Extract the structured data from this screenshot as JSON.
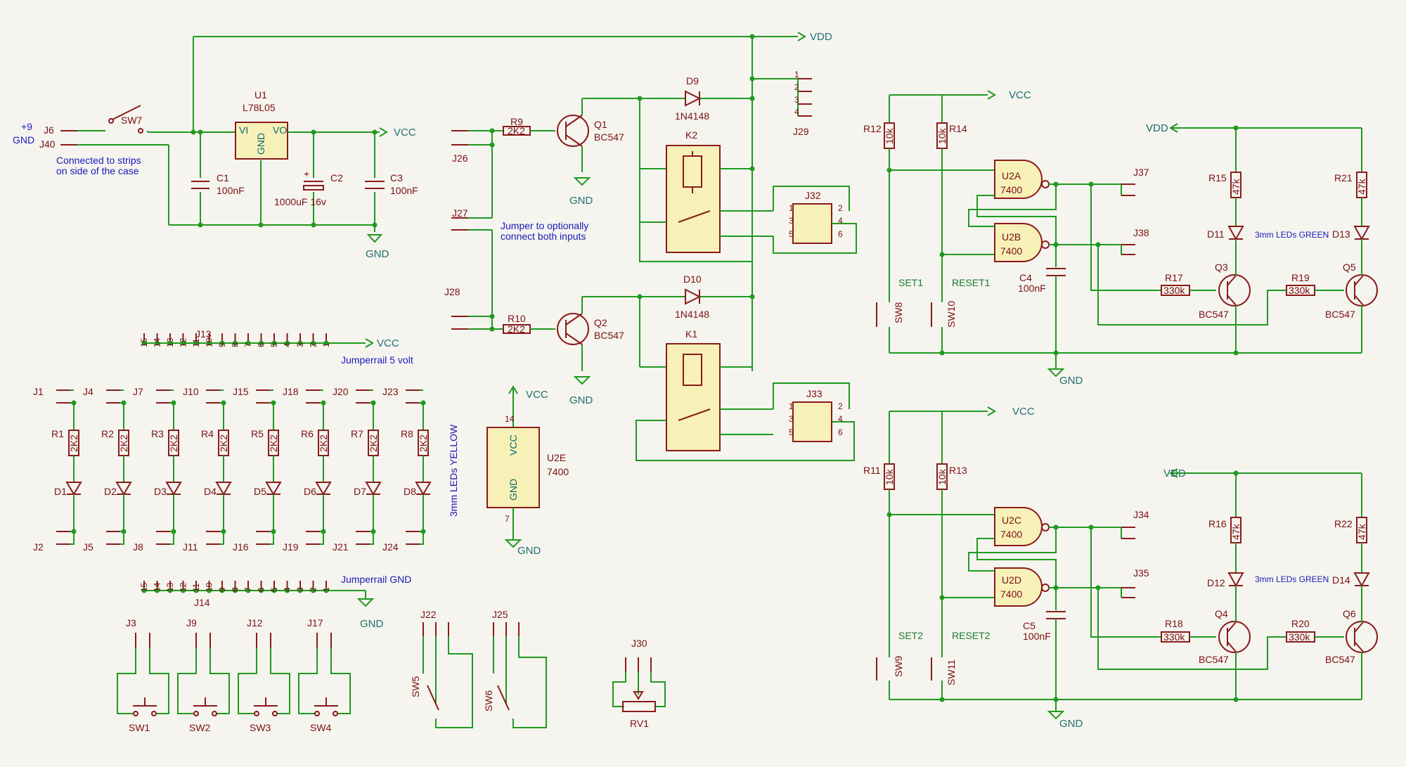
{
  "nets": {
    "vdd": "VDD",
    "vcc": "VCC",
    "gnd": "GND"
  },
  "power_in": {
    "plus9": "+9",
    "gnd": "GND",
    "j6": "J6",
    "j40": "J40",
    "sw7": "SW7",
    "note1": "Connected to strips",
    "note2": "on side of the case"
  },
  "regulator": {
    "ref": "U1",
    "value": "L78L05",
    "vi": "VI",
    "vo": "VO",
    "gndpin": "GND"
  },
  "caps": {
    "c1": "C1",
    "c1v": "100nF",
    "c2": "C2",
    "c2v": "1000uF 16v",
    "c3": "C3",
    "c3v": "100nF",
    "c4": "C4",
    "c4v": "100nF",
    "c5": "C5",
    "c5v": "100nF"
  },
  "relay_section": {
    "j26": "J26",
    "j27": "J27",
    "j28": "J28",
    "r9": "R9",
    "r10": "R10",
    "r2k2": "2K2",
    "q1": "Q1",
    "q2": "Q2",
    "bc547": "BC547",
    "d9": "D9",
    "d10": "D10",
    "n4148": "1N4148",
    "k1": "K1",
    "k2": "K2",
    "j29": "J29",
    "j32": "J32",
    "j33": "J33",
    "note1": "Jumper to optionally",
    "note2": "connect both inputs"
  },
  "u2e": {
    "ref": "U2E",
    "value": "7400",
    "vcc": "VCC",
    "gnd": "GND",
    "p14": "14",
    "p7": "7"
  },
  "jumperrails": {
    "j13": "J13",
    "j14": "J14",
    "rail5": "Jumperrail 5 volt",
    "railgnd": "Jumperrail GND"
  },
  "leds_yellow": {
    "label": "3mm LEDs YELLOW",
    "top": [
      "J1",
      "J4",
      "J7",
      "J10",
      "J15",
      "J18",
      "J20",
      "J23"
    ],
    "bottom": [
      "J2",
      "J5",
      "J8",
      "J11",
      "J16",
      "J19",
      "J21",
      "J24"
    ],
    "res": [
      "R1",
      "R2",
      "R3",
      "R4",
      "R5",
      "R6",
      "R7",
      "R8"
    ],
    "diodes": [
      "D1",
      "D2",
      "D3",
      "D4",
      "D5",
      "D6",
      "D7",
      "D8"
    ],
    "val": "2K2"
  },
  "buttons": {
    "jacks": [
      "J3",
      "J9",
      "J12",
      "J17"
    ],
    "sws": [
      "SW1",
      "SW2",
      "SW3",
      "SW4"
    ]
  },
  "switches": {
    "j22": "J22",
    "j25": "J25",
    "sw5": "SW5",
    "sw6": "SW6",
    "j30": "J30",
    "rv1": "RV1"
  },
  "latch1": {
    "r12": "R12",
    "r14": "R14",
    "r10k": "10k",
    "u2a": "U2A",
    "u2b": "U2B",
    "v7400": "7400",
    "j37": "J37",
    "j38": "J38",
    "set": "SET1",
    "reset": "RESET1",
    "sw8": "SW8",
    "sw10": "SW10",
    "r15": "R15",
    "r21": "R21",
    "r47k": "47k",
    "d11": "D11",
    "d13": "D13",
    "green": "3mm LEDs GREEN",
    "r17": "R17",
    "r19": "R19",
    "r330k": "330k",
    "q3": "Q3",
    "q5": "Q5"
  },
  "latch2": {
    "r11": "R11",
    "r13": "R13",
    "u2c": "U2C",
    "u2d": "U2D",
    "j34": "J34",
    "j35": "J35",
    "set": "SET2",
    "reset": "RESET2",
    "sw9": "SW9",
    "sw11": "SW11",
    "r16": "R16",
    "r22": "R22",
    "d12": "D12",
    "d14": "D14",
    "r18": "R18",
    "r20": "R20",
    "q4": "Q4",
    "q6": "Q6"
  },
  "rail_pins": [
    "15",
    "14",
    "13",
    "12",
    "11",
    "10",
    "9",
    "8",
    "7",
    "6",
    "5",
    "4",
    "3",
    "2",
    "1"
  ]
}
